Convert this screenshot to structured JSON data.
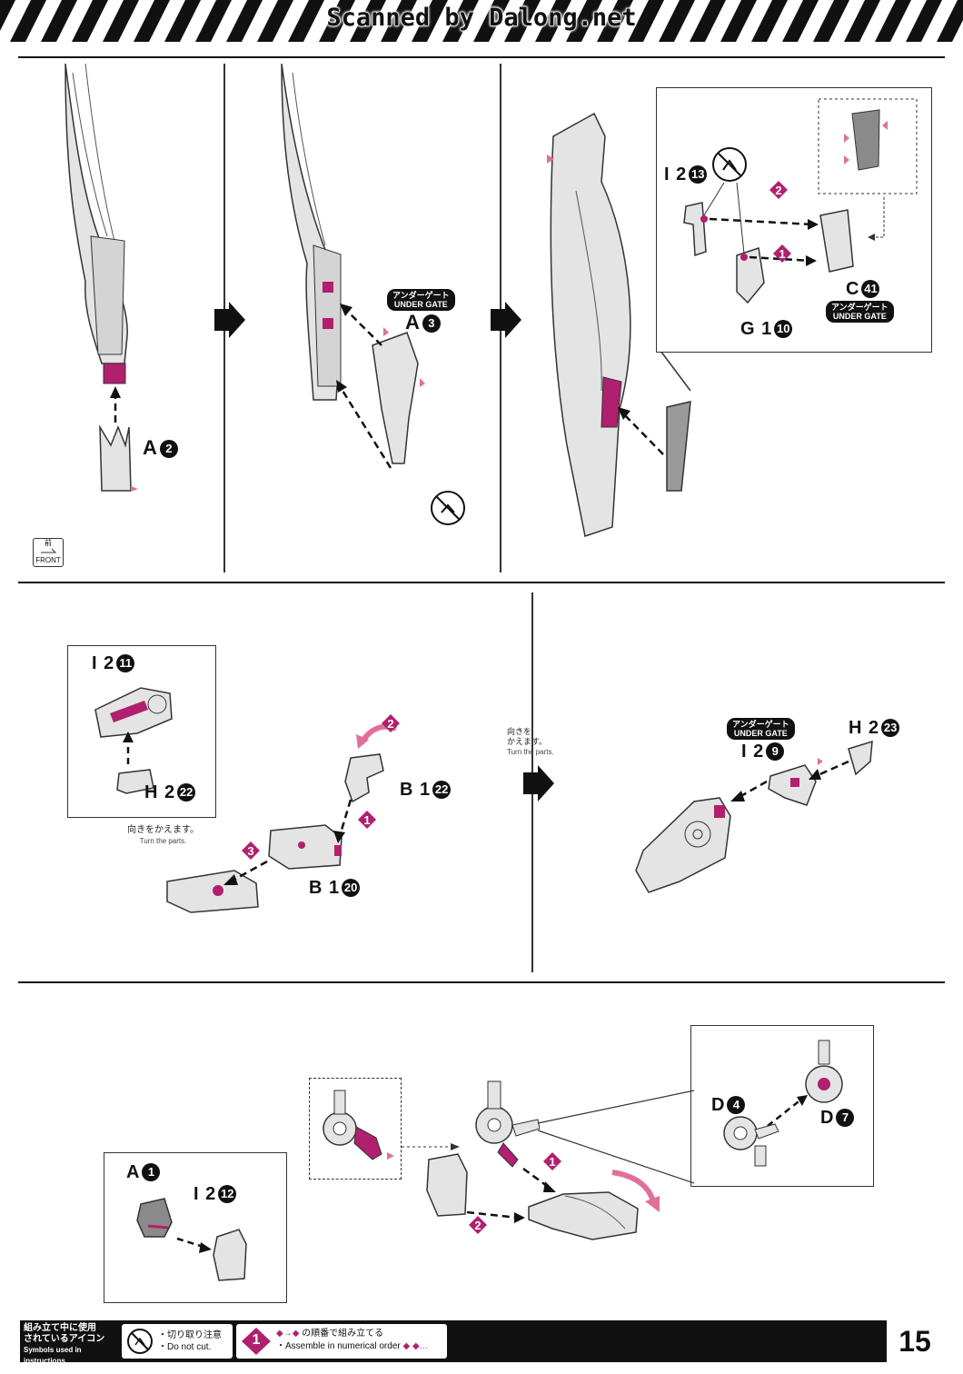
{
  "watermark": "Scanned by Dalong.net",
  "page_number": "15",
  "parts": {
    "a2": {
      "letter": "A",
      "num": "2"
    },
    "a3": {
      "letter": "A",
      "num": "3"
    },
    "i2_13": {
      "letter": "I 2",
      "num": "13"
    },
    "c41": {
      "letter": "C",
      "num": "41"
    },
    "g1_10": {
      "letter": "G 1",
      "num": "10"
    },
    "i2_11": {
      "letter": "I 2",
      "num": "11"
    },
    "h2_22": {
      "letter": "H 2",
      "num": "22"
    },
    "b1_22": {
      "letter": "B 1",
      "num": "22"
    },
    "b1_20": {
      "letter": "B 1",
      "num": "20"
    },
    "i2_9": {
      "letter": "I 2",
      "num": "9"
    },
    "h2_23": {
      "letter": "H 2",
      "num": "23"
    },
    "a1": {
      "letter": "A",
      "num": "1"
    },
    "i2_12": {
      "letter": "I 2",
      "num": "12"
    },
    "d4": {
      "letter": "D",
      "num": "4"
    },
    "d7": {
      "letter": "D",
      "num": "7"
    }
  },
  "under_gate": {
    "jp": "アンダーゲート",
    "en": "UNDER GATE"
  },
  "front_label": {
    "jp": "前",
    "en": "FRONT"
  },
  "turn_notes": {
    "panel4": {
      "jp": "向きをかえます。",
      "en": "Turn the parts."
    },
    "panel5": {
      "jp1": "向きを",
      "jp2": "かえます。",
      "en": "Turn the parts."
    }
  },
  "step_numbers": [
    "1",
    "2",
    "3"
  ],
  "legend": {
    "title_jp1": "組み立て中に使用",
    "title_jp2": "されているアイコン",
    "title_en": "Symbols used in instructions",
    "no_cut_jp": "・切り取り注意",
    "no_cut_en": "・Do not cut.",
    "order_jp": "の順番で組み立てる",
    "order_en": "・Assemble in numerical order",
    "order_badge": "1"
  },
  "colors": {
    "magenta": "#b0206e",
    "pink": "#e0709a",
    "gray": "#9a9a9a",
    "dark": "#111111"
  }
}
